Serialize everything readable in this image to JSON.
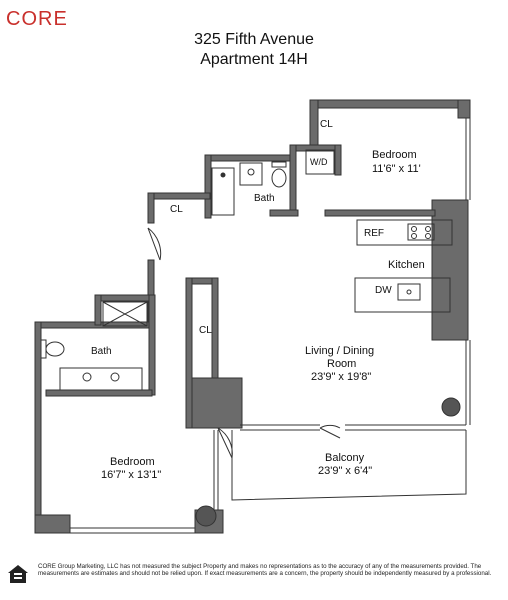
{
  "brand": {
    "logo_text": "CORE",
    "logo_color": "#c9302c"
  },
  "header": {
    "line1": "325 Fifth Avenue",
    "line2": "Apartment 14H"
  },
  "rooms": {
    "bedroom1": {
      "name": "Bedroom",
      "dims": "11'6\" x 11'"
    },
    "bedroom2": {
      "name": "Bedroom",
      "dims": "16'7\" x 13'1\""
    },
    "living": {
      "name_line1": "Living / Dining",
      "name_line2": "Room",
      "dims": "23'9\" x 19'8\""
    },
    "balcony": {
      "name": "Balcony",
      "dims": "23'9\" x 6'4\""
    },
    "kitchen": {
      "name": "Kitchen"
    },
    "bath_top": {
      "name": "Bath"
    },
    "bath_left": {
      "name": "Bath"
    }
  },
  "fixtures": {
    "closet_labels": [
      "CL",
      "CL",
      "CL"
    ],
    "washer_dryer": "W/D",
    "refrigerator": "REF",
    "dishwasher": "DW"
  },
  "footer": {
    "disclaimer": "CORE Group Marketing, LLC has not measured the subject Property and makes no representations as to the accuracy of any of the measurements provided. The measurements are estimates and should not be relied upon. If exact measurements are a concern, the property should be independently measured by a professional."
  },
  "icons": [
    "equal-housing-icon"
  ],
  "colors": {
    "wall": "#6b6b6b",
    "column": "#555555",
    "line": "#333333"
  }
}
